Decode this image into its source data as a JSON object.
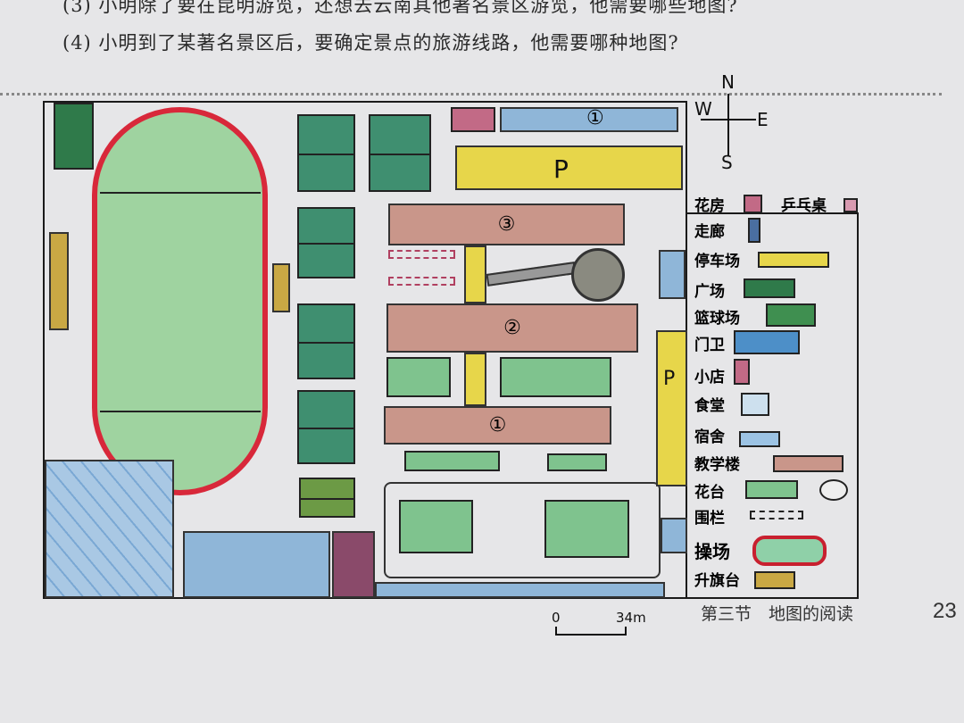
{
  "questions": {
    "q3": "(3) 小明除了要在昆明游览，还想去云南其他著名景区游览，他需要哪些地图?",
    "q4": "(4) 小明到了某著名景区后，要确定景点的旅游线路，他需要哪种地图?"
  },
  "compass": {
    "n": "N",
    "e": "E",
    "w": "W",
    "s": "S"
  },
  "map_labels": {
    "parking_p1": "P",
    "parking_p2": "P",
    "building_1": "①",
    "building_2": "②",
    "building_3": "③",
    "gate_1": "①"
  },
  "legend": {
    "items": [
      "花房",
      "乒乓桌",
      "走廊",
      "停车场",
      "广场",
      "篮球场",
      "门卫",
      "小店",
      "食堂",
      "宿舍",
      "教学楼",
      "花台",
      "围栏",
      "操场",
      "升旗台"
    ]
  },
  "scale": {
    "zero": "0",
    "value": "34m"
  },
  "footer": {
    "section": "第三节　地图的阅读",
    "page": "23"
  },
  "colors": {
    "track": "#d8283a",
    "field": "#9fd3a0",
    "court": "#3f8f70",
    "building": "#c9968a",
    "parking": "#e7d64a",
    "gate": "#8fb6d8"
  }
}
